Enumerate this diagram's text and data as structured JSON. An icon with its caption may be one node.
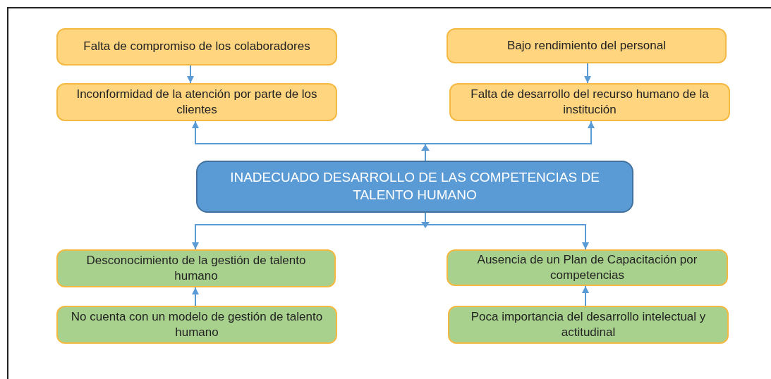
{
  "diagram": {
    "nodes": [
      {
        "text": [
          "Falta de compromiso de los colaboradores"
        ]
      },
      {
        "text": [
          "Bajo rendimiento del personal"
        ]
      },
      {
        "text": [
          "Inconformidad de la atención por parte de los clientes"
        ]
      },
      {
        "text": [
          "Falta de desarrollo del recurso humano de la institución"
        ]
      },
      {
        "text": [
          "INADECUADO DESARROLLO DE LAS COMPETENCIAS DE TALENTO HUMANO"
        ]
      },
      {
        "text": [
          "Desconocimiento de la gestión de talento humano"
        ]
      },
      {
        "text": [
          "Ausencia de un Plan de Capacitación por competencias"
        ]
      },
      {
        "text": [
          "No cuenta con un modelo de gestión de talento humano"
        ]
      },
      {
        "text": [
          "Poca importancia del desarrollo intelectual y actitudinal"
        ]
      }
    ],
    "edges": [
      {
        "from": 0,
        "to": 2,
        "arrow": "to"
      },
      {
        "from": 1,
        "to": 3,
        "arrow": "to"
      },
      {
        "from": 4,
        "to": 2,
        "arrow": "to"
      },
      {
        "from": 4,
        "to": 3,
        "arrow": "to"
      },
      {
        "from": 4,
        "to": 5,
        "arrow": "to"
      },
      {
        "from": 4,
        "to": 6,
        "arrow": "to"
      },
      {
        "from": 7,
        "to": 5,
        "arrow": "to"
      },
      {
        "from": 8,
        "to": 6,
        "arrow": "to"
      }
    ]
  }
}
